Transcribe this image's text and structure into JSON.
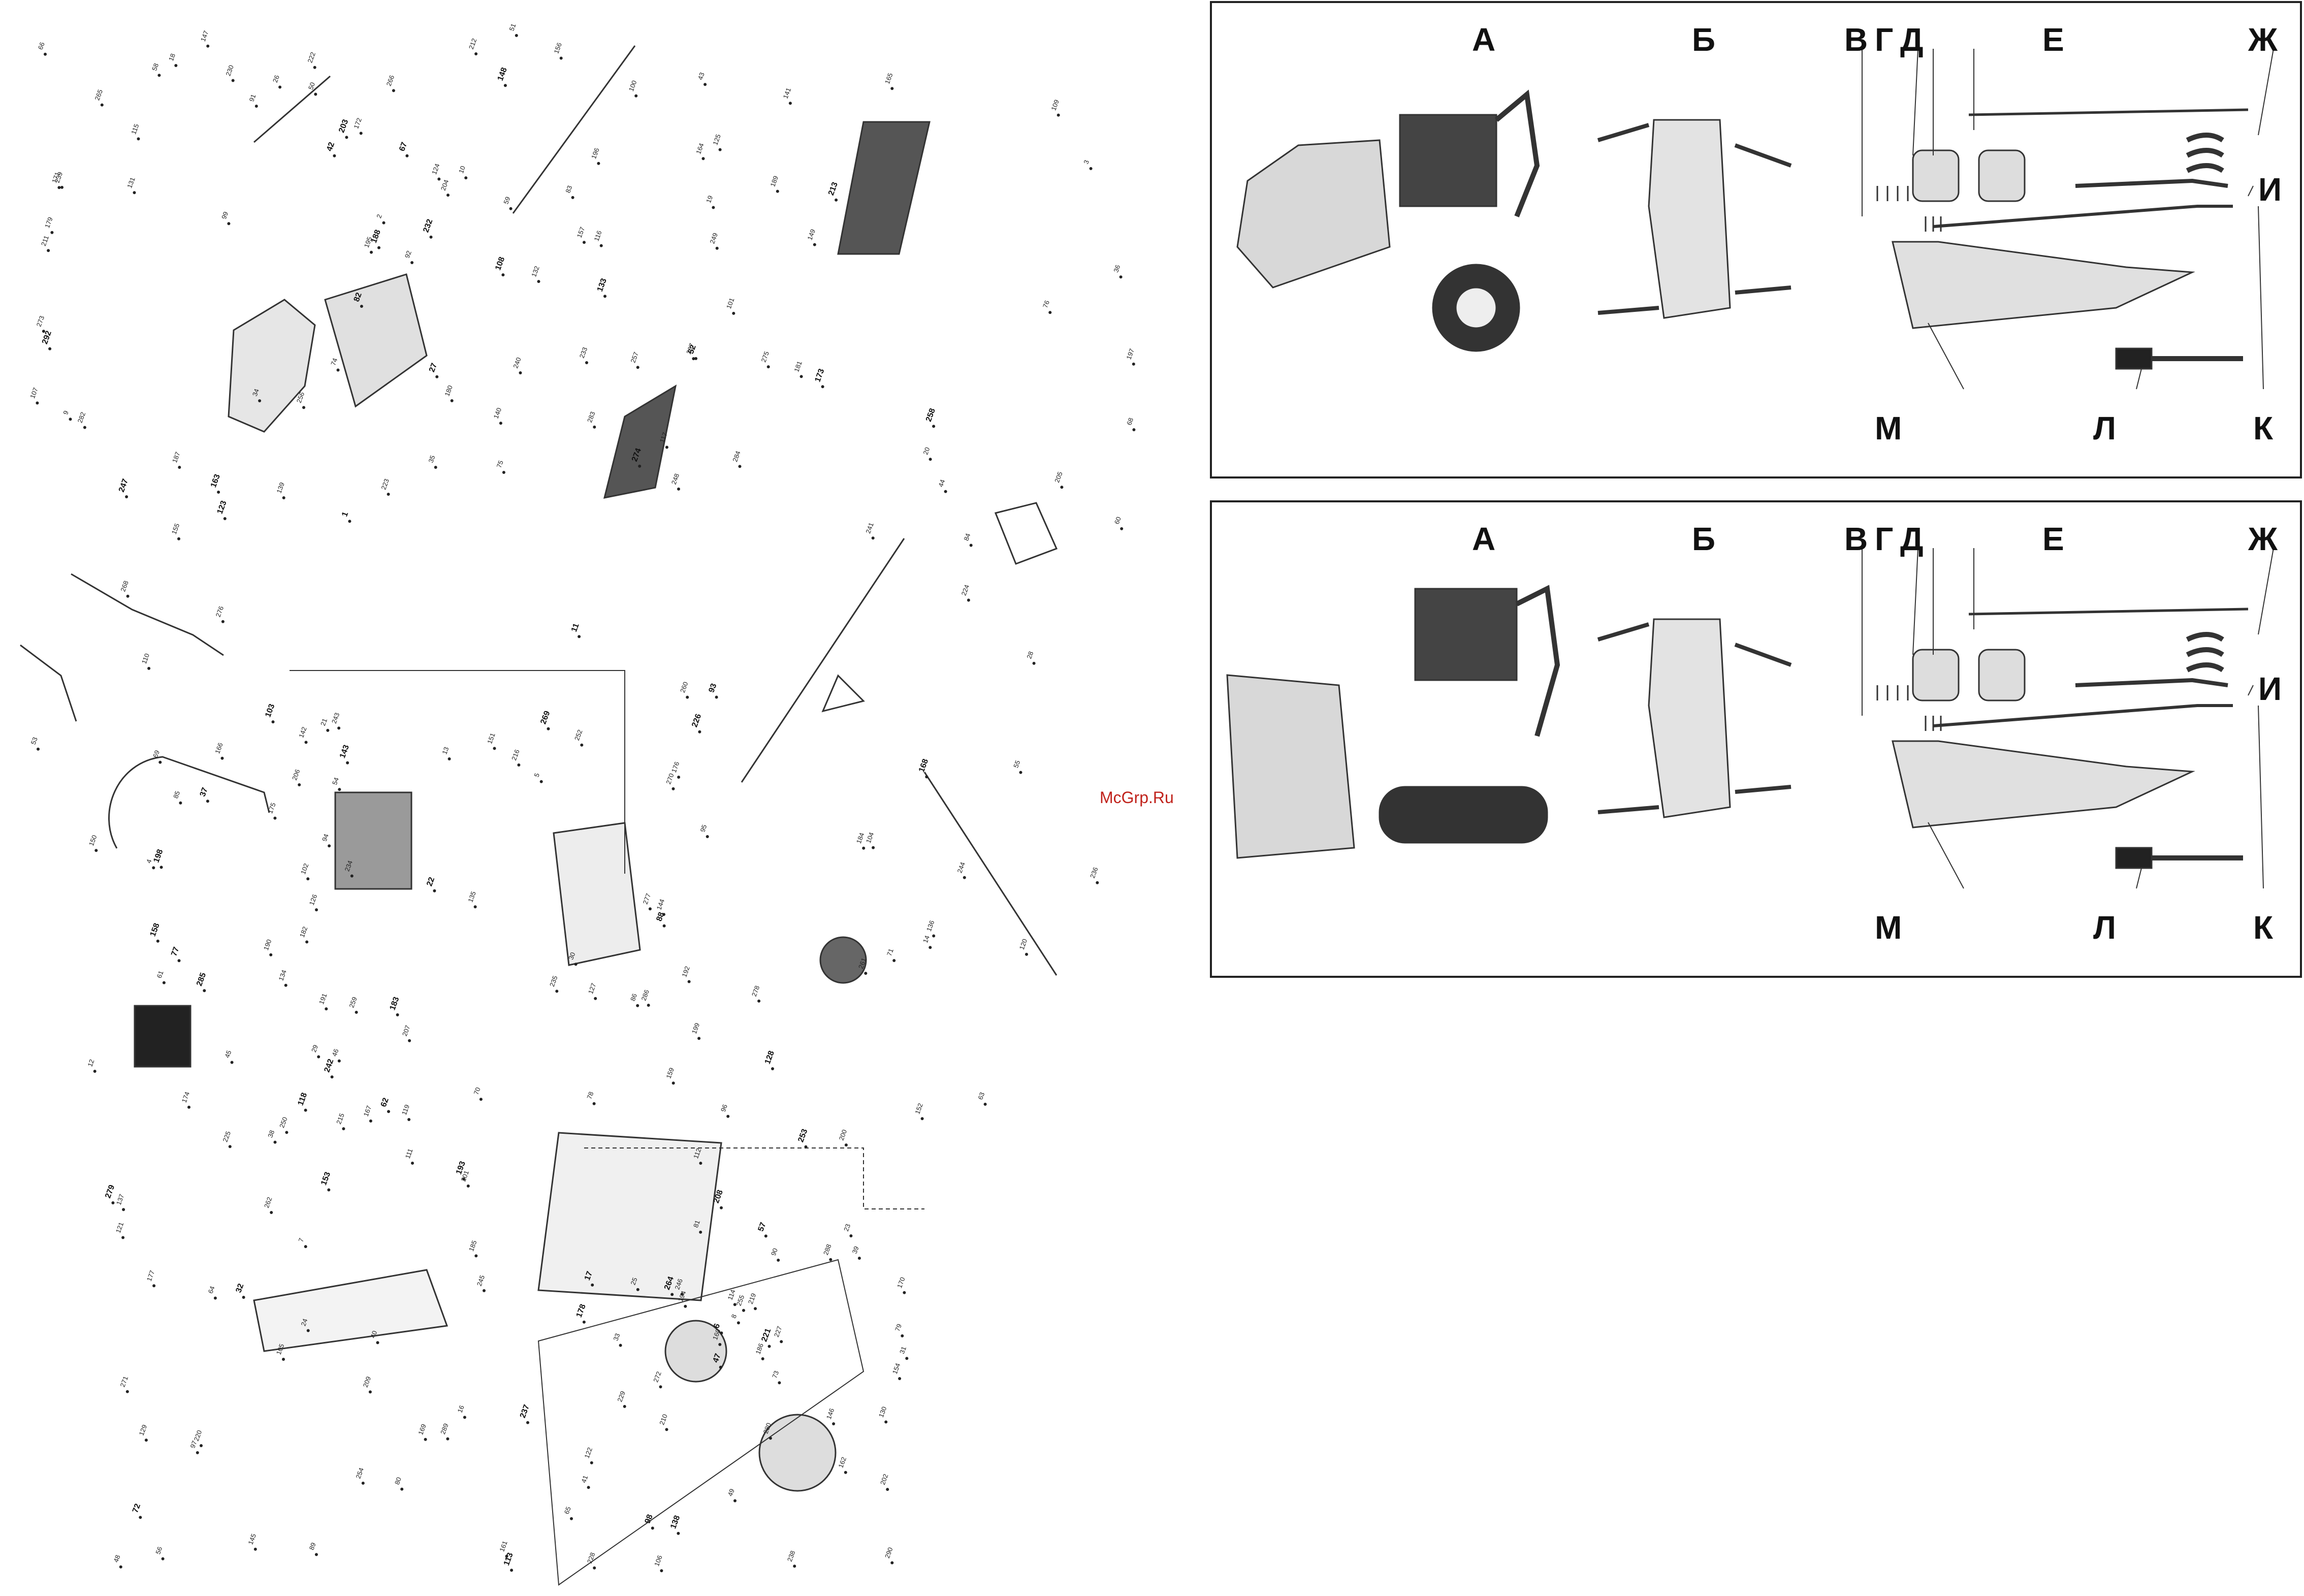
{
  "watermark": "McGrp.Ru",
  "exploded_view": {
    "part_numbers": [
      "1",
      "2",
      "3",
      "4",
      "5",
      "6",
      "7",
      "8",
      "9",
      "10",
      "11",
      "12",
      "13",
      "14",
      "16",
      "17",
      "18",
      "19",
      "20",
      "21",
      "22",
      "23",
      "24",
      "25",
      "26",
      "27",
      "28",
      "29",
      "30",
      "31",
      "32",
      "33",
      "34",
      "35",
      "36",
      "37",
      "38",
      "39",
      "40",
      "41",
      "42",
      "43",
      "44",
      "45",
      "46",
      "47",
      "48",
      "49",
      "50",
      "51",
      "52",
      "53",
      "54",
      "55",
      "56",
      "57",
      "58",
      "59",
      "60",
      "61",
      "62",
      "63",
      "64",
      "65",
      "66",
      "67",
      "68",
      "69",
      "70",
      "71",
      "72",
      "73",
      "74",
      "75",
      "76",
      "77",
      "78",
      "79",
      "80",
      "81",
      "82",
      "83",
      "84",
      "85",
      "86",
      "88",
      "89",
      "90",
      "91",
      "92",
      "93",
      "94",
      "95",
      "96",
      "97",
      "98",
      "99",
      "100",
      "101",
      "102",
      "103",
      "104",
      "105",
      "106",
      "107",
      "108",
      "109",
      "110",
      "111",
      "112",
      "113",
      "114",
      "115",
      "116",
      "117",
      "118",
      "119",
      "120",
      "121",
      "122",
      "123",
      "124",
      "125",
      "126",
      "127",
      "128",
      "129",
      "130",
      "131",
      "132",
      "133",
      "134",
      "135",
      "136",
      "137",
      "138",
      "139",
      "140",
      "141",
      "142",
      "143",
      "144",
      "145",
      "146",
      "147",
      "148",
      "149",
      "150",
      "151",
      "152",
      "153",
      "154",
      "155",
      "156",
      "157",
      "158",
      "159",
      "160",
      "161",
      "162",
      "163",
      "164",
      "165",
      "166",
      "167",
      "168",
      "169",
      "170",
      "171",
      "172",
      "173",
      "174",
      "175",
      "176",
      "177",
      "178",
      "179",
      "180",
      "181",
      "182",
      "183",
      "184",
      "185",
      "186",
      "187",
      "188",
      "189",
      "190",
      "191",
      "192",
      "193",
      "194",
      "195",
      "196",
      "197",
      "198",
      "199",
      "200",
      "201",
      "202",
      "203",
      "204",
      "205",
      "206",
      "207",
      "208",
      "209",
      "210",
      "211",
      "212",
      "213",
      "215",
      "216",
      "219",
      "220",
      "221",
      "222",
      "223",
      "224",
      "225",
      "226",
      "227",
      "228",
      "229",
      "230",
      "232",
      "233",
      "234",
      "235",
      "236",
      "237",
      "238",
      "239",
      "240",
      "241",
      "242",
      "243",
      "244",
      "245",
      "246",
      "247",
      "248",
      "249",
      "250",
      "252",
      "253",
      "254",
      "255",
      "256",
      "257",
      "258",
      "259",
      "260",
      "261",
      "262",
      "264",
      "265",
      "266",
      "267",
      "268",
      "269",
      "270",
      "271",
      "272",
      "273",
      "274",
      "275",
      "276",
      "277",
      "278",
      "279",
      "280",
      "282",
      "283",
      "284",
      "285",
      "286",
      "288",
      "289",
      "290",
      "292"
    ]
  },
  "kit_panels": [
    {
      "variant": "wheeled",
      "labels_top": [
        "А",
        "Б",
        "В",
        "Г",
        "Д",
        "Е",
        "Ж"
      ],
      "labels_side": [
        "И"
      ],
      "labels_bottom": [
        "М",
        "Л",
        "К"
      ]
    },
    {
      "variant": "tracked",
      "labels_top": [
        "А",
        "Б",
        "В",
        "Г",
        "Д",
        "Е",
        "Ж"
      ],
      "labels_side": [
        "И"
      ],
      "labels_bottom": [
        "М",
        "Л",
        "К"
      ]
    }
  ]
}
